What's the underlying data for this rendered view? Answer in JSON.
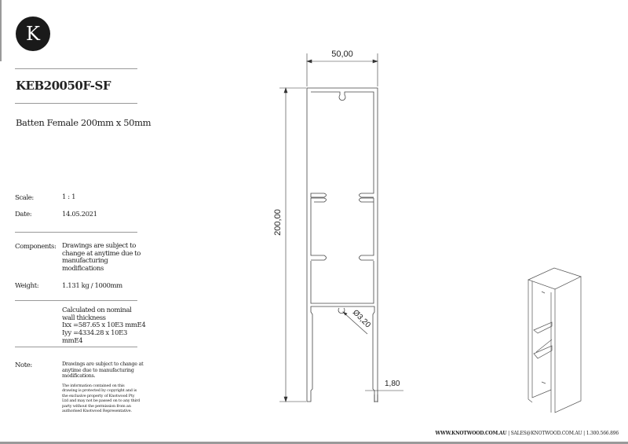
{
  "logo": {
    "letter": "K"
  },
  "product": {
    "code": "KEB20050F-SF",
    "description": "Batten Female 200mm x 50mm"
  },
  "specs": {
    "scale_label": "Scale:",
    "scale_value": "1 : 1",
    "date_label": "Date:",
    "date_value": "14.05.2021",
    "components_label": "Components:",
    "components_value": "Drawings are subject to change at anytime due to manufacturing modifications",
    "weight_label": "Weight:",
    "weight_value": "1.131 kg / 1000mm",
    "calc_line1": "Calculated on nominal wall thickness",
    "ixx": "Ixx =587.65 x 10E3 mmE4",
    "iyy": "Iyy =4334.28 x 10E3 mmE4"
  },
  "note": {
    "label": "Note:",
    "text1": "Drawings are subject to change at anytime due to manufacturing modifications.",
    "text2": "The information contained on this drawing is protected by copyright and is the exclusive property of Knotwood Pty Ltd and may not be passed on to any third party without the permission from an authorised Knotwood Representative."
  },
  "dimensions": {
    "width": "50,00",
    "height": "200,00",
    "hole_diameter": "Ø3,20",
    "wall": "1,80"
  },
  "footer": {
    "website": "WWW.KNOTWOOD.COM.AU",
    "rest": " | SALES@KNOTWOOD.COM.AU | 1.300.566.896"
  }
}
